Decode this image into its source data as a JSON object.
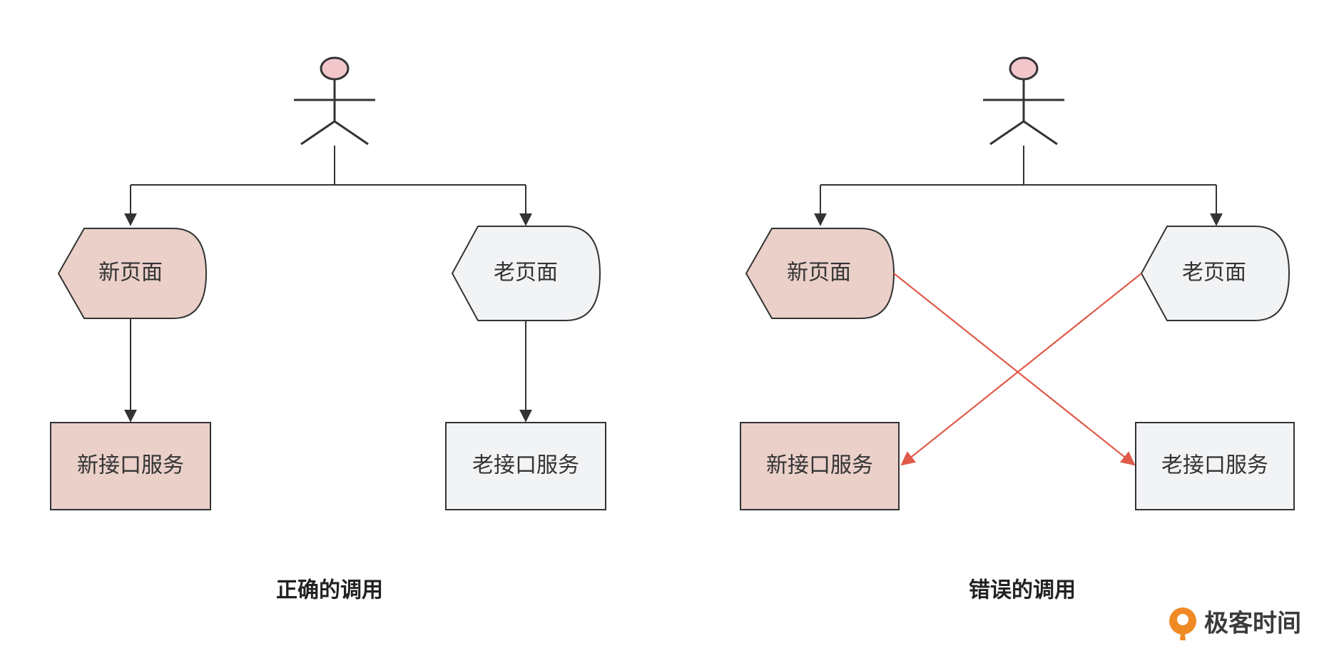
{
  "colors": {
    "new_fill": "#ead0c9",
    "old_fill": "#f2f3f5",
    "stroke": "#333333",
    "wrong_arrow": "#e05a4a",
    "head_fill": "#f2c7cb",
    "logo_orange": "#f08a24"
  },
  "left": {
    "caption": "正确的调用",
    "page_new": "新页面",
    "page_old": "老页面",
    "service_new": "新接口服务",
    "service_old": "老接口服务"
  },
  "right": {
    "caption": "错误的调用",
    "page_new": "新页面",
    "page_old": "老页面",
    "service_new": "新接口服务",
    "service_old": "老接口服务"
  },
  "logo": {
    "text": "极客时间",
    "icon": "geektime-logo-icon"
  }
}
